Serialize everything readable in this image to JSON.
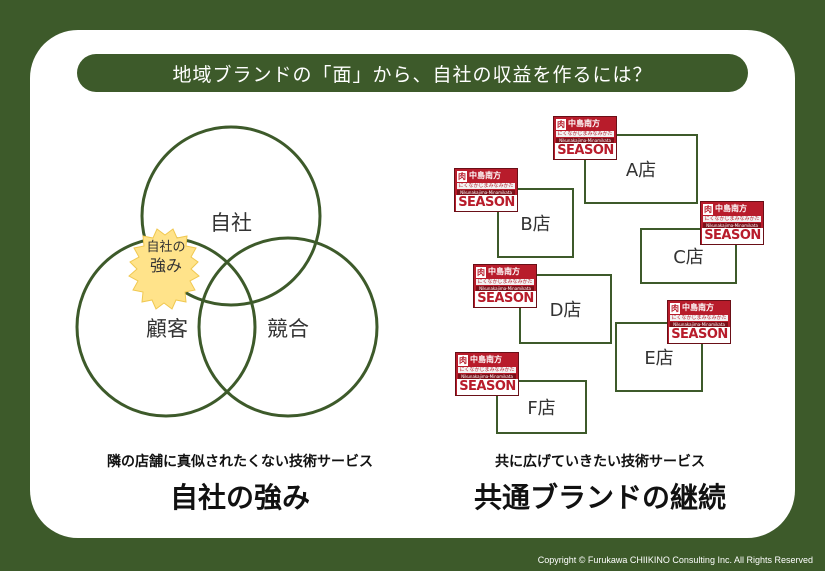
{
  "title": "地域ブランドの「面」から、自社の収益を作るには？",
  "venn": {
    "top": "自社",
    "left": "顧客",
    "right": "競合",
    "strength_line1": "自社の",
    "strength_line2": "強み"
  },
  "shops": [
    "A店",
    "B店",
    "C店",
    "D店",
    "E店",
    "F店"
  ],
  "logo": {
    "niku": "肉",
    "name": "中島南方",
    "sub": "にくなかじまみなみかた",
    "romaji": "Nikunakajima-Minamikata",
    "season": "SEASON 2"
  },
  "left_caption": {
    "sub": "隣の店舗に真似されたくない技術サービス",
    "main": "自社の強み"
  },
  "right_caption": {
    "sub": "共に広げていきたい技術サービス",
    "main": "共通ブランドの継続"
  },
  "copyright": "Copyright © Furukawa CHIIKINO Consulting Inc. All Rights Reserved",
  "colors": {
    "frame": "#3d5a2a",
    "logo_red": "#b81c2b",
    "star_fill": "#ffe38a"
  }
}
